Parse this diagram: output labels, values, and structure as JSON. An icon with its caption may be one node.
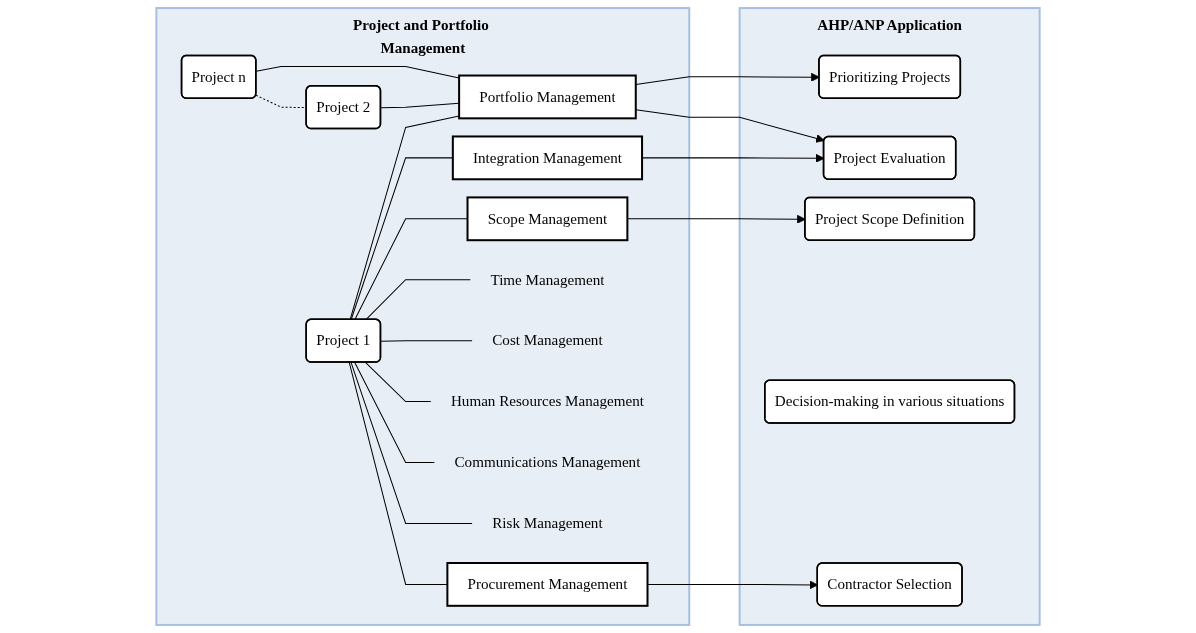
{
  "diagram": {
    "nodes": [
      {
        "text": [
          "Project and Portfolio Management"
        ]
      },
      {
        "text": [
          "Project  n"
        ],
        "in": 0
      },
      {
        "text": [
          "Project  2"
        ],
        "in": 0
      },
      {
        "text": [
          "Project  1"
        ],
        "in": 0
      },
      {
        "text": [
          "Portfolio Management"
        ],
        "in": 0
      },
      {
        "text": [
          "Integration Management"
        ],
        "in": 0
      },
      {
        "text": [
          "Scope Management"
        ],
        "in": 0
      },
      {
        "text": [
          "Time Management"
        ],
        "in": 0
      },
      {
        "text": [
          "Cost Management"
        ],
        "in": 0
      },
      {
        "text": [
          "Human Resources Management"
        ],
        "in": 0
      },
      {
        "text": [
          "Communications  Management"
        ],
        "in": 0
      },
      {
        "text": [
          "Risk Management"
        ],
        "in": 0
      },
      {
        "text": [
          "Procurement Management"
        ],
        "in": 0
      },
      {
        "text": [
          "AHP/ANP Application"
        ]
      },
      {
        "text": [
          "Prioritizing Projects"
        ],
        "in": 13
      },
      {
        "text": [
          "Project Evaluation"
        ],
        "in": 13
      },
      {
        "text": [
          "Project Scope Definition"
        ],
        "in": 13
      },
      {
        "text": [
          "Decision-making in various situations"
        ],
        "in": 13
      },
      {
        "text": [
          "Contractor Selection"
        ],
        "in": 13
      }
    ],
    "edges": [
      {
        "from": 1,
        "to": 2,
        "arrow": "none",
        "style": "dashed"
      },
      {
        "from": 1,
        "to": 4,
        "arrow": "none"
      },
      {
        "from": 2,
        "to": 4,
        "arrow": "none"
      },
      {
        "from": 3,
        "to": 4,
        "arrow": "none"
      },
      {
        "from": 3,
        "to": 5,
        "arrow": "none"
      },
      {
        "from": 3,
        "to": 6,
        "arrow": "none"
      },
      {
        "from": 3,
        "to": 7,
        "arrow": "none"
      },
      {
        "from": 3,
        "to": 8,
        "arrow": "none"
      },
      {
        "from": 3,
        "to": 9,
        "arrow": "none"
      },
      {
        "from": 3,
        "to": 10,
        "arrow": "none"
      },
      {
        "from": 3,
        "to": 11,
        "arrow": "none"
      },
      {
        "from": 3,
        "to": 12,
        "arrow": "none"
      },
      {
        "from": 4,
        "to": 14,
        "arrow": "to"
      },
      {
        "from": 4,
        "to": 15,
        "arrow": "to"
      },
      {
        "from": 5,
        "to": 15,
        "arrow": "to"
      },
      {
        "from": 6,
        "to": 16,
        "arrow": "to"
      },
      {
        "from": 12,
        "to": 18,
        "arrow": "to"
      }
    ]
  }
}
